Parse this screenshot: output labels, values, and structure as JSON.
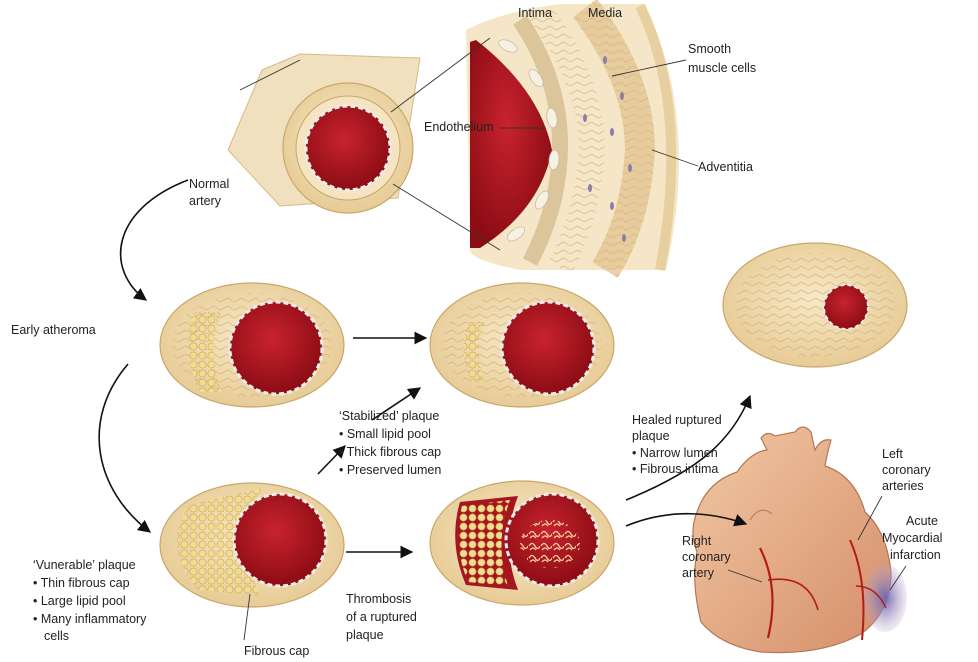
{
  "colors": {
    "lumen": "#b3121d",
    "lumen_dark": "#7d0a12",
    "wall": "#f3dfb6",
    "wall_stroke": "#c9a66b",
    "fiber": "#d9b983",
    "lipid": "#efd88c",
    "lipid_stroke": "#c7a545",
    "heart": "#eab892",
    "heart_shade": "#d99a74",
    "infarct": "#7f79b8",
    "vessel": "#b31b1b"
  },
  "labels": {
    "intima": "Intima",
    "media": "Media",
    "smooth_muscle": [
      "Smooth",
      "muscle cells"
    ],
    "endothelium": "Endothelium",
    "adventitia": "Adventitia",
    "normal_artery": [
      "Normal",
      "artery"
    ],
    "early_atheroma": "Early atheroma",
    "stabilized": [
      "‘Stabilized’ plaque",
      "• Small lipid pool",
      "• Thick fibrous cap",
      "• Preserved lumen"
    ],
    "healed": [
      "Healed ruptured",
      "plaque",
      "• Narrow lumen",
      "• Fibrous intima"
    ],
    "left_coronary": [
      "Left",
      "coronary",
      "arteries"
    ],
    "acute_mi": [
      "Acute",
      "Myocardial",
      "infarction"
    ],
    "right_coronary": [
      "Right",
      "coronary",
      "artery"
    ],
    "vulnerable": [
      "‘Vunerable’ plaque",
      "• Thin fibrous cap",
      "• Large lipid pool",
      "• Many inflammatory",
      "cells"
    ],
    "fibrous_cap": "Fibrous cap",
    "thrombosis": [
      "Thrombosis",
      "of a ruptured",
      "plaque"
    ]
  }
}
